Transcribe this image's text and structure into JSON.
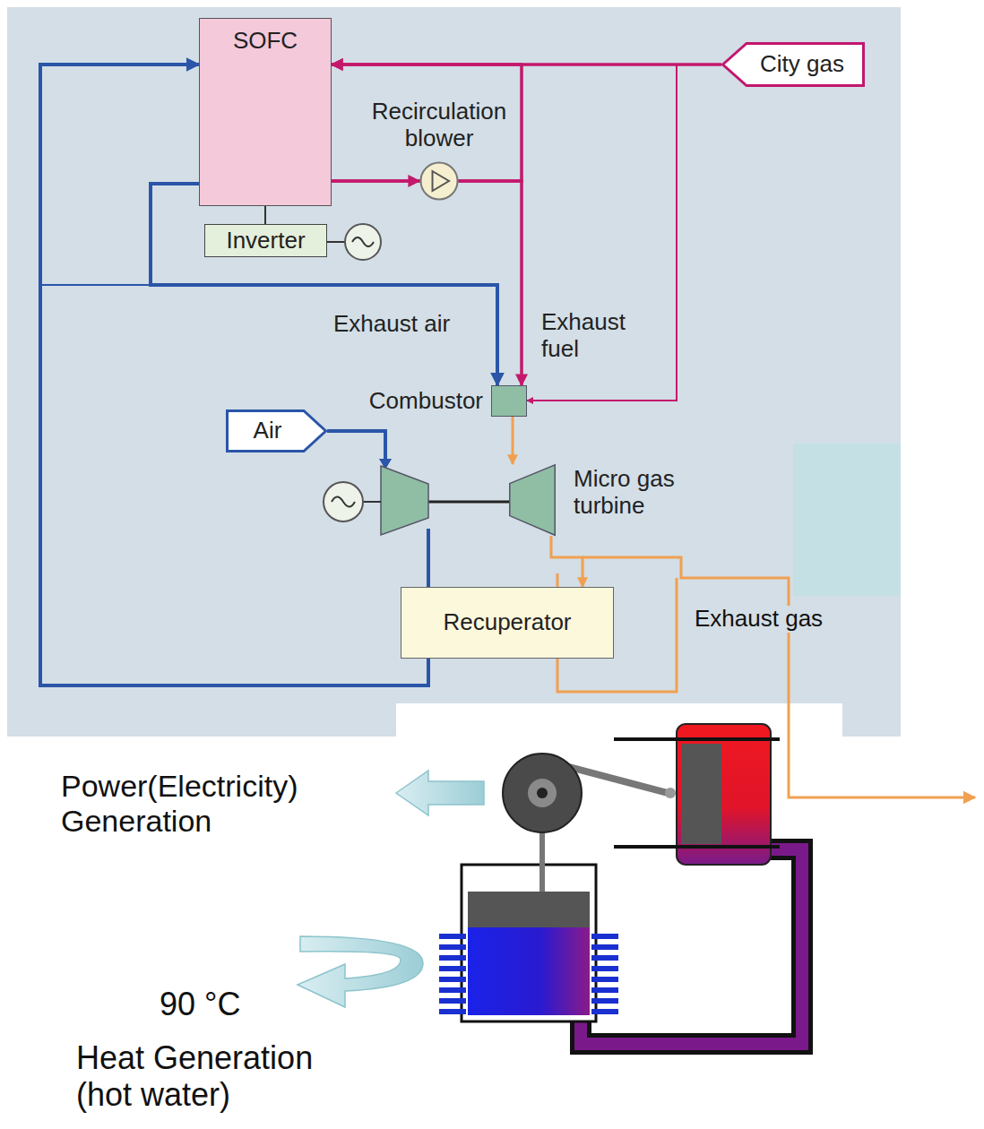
{
  "diagram": {
    "nodes": [
      {
        "text": [
          "SOFC"
        ]
      },
      {
        "text": [
          "Inverter"
        ]
      },
      {
        "text": [
          "City gas"
        ]
      },
      {
        "text": [
          "Recirculation blower"
        ]
      },
      {
        "text": [
          "Combustor"
        ]
      },
      {
        "text": [
          "Air"
        ]
      },
      {
        "text": [
          "Micro gas turbine"
        ]
      },
      {
        "text": [
          "Recuperator"
        ]
      }
    ],
    "edges": [
      {
        "from": 2,
        "to": 0,
        "arrow": "to"
      },
      {
        "from": 2,
        "to": 4,
        "arrow": "to"
      },
      {
        "from": 0,
        "to": 3,
        "arrow": "to"
      },
      {
        "from": 3,
        "to": 0,
        "arrow": "to"
      },
      {
        "from": 0,
        "to": 4,
        "arrow": "to",
        "label": "Exhaust fuel"
      },
      {
        "from": 0,
        "to": 4,
        "arrow": "to",
        "label": "Exhaust air"
      },
      {
        "from": 7,
        "to": 0,
        "arrow": "to"
      },
      {
        "from": 7,
        "to": 4,
        "arrow": "to"
      },
      {
        "from": 4,
        "to": 6,
        "arrow": "to"
      },
      {
        "from": 6,
        "to": 7,
        "arrow": "to"
      },
      {
        "from": 0,
        "to": 1,
        "arrow": "none"
      }
    ],
    "labels": [
      "Exhaust gas",
      "Power(Electricity) Generation",
      "90 °C",
      "Heat Generation (hot water)"
    ]
  }
}
